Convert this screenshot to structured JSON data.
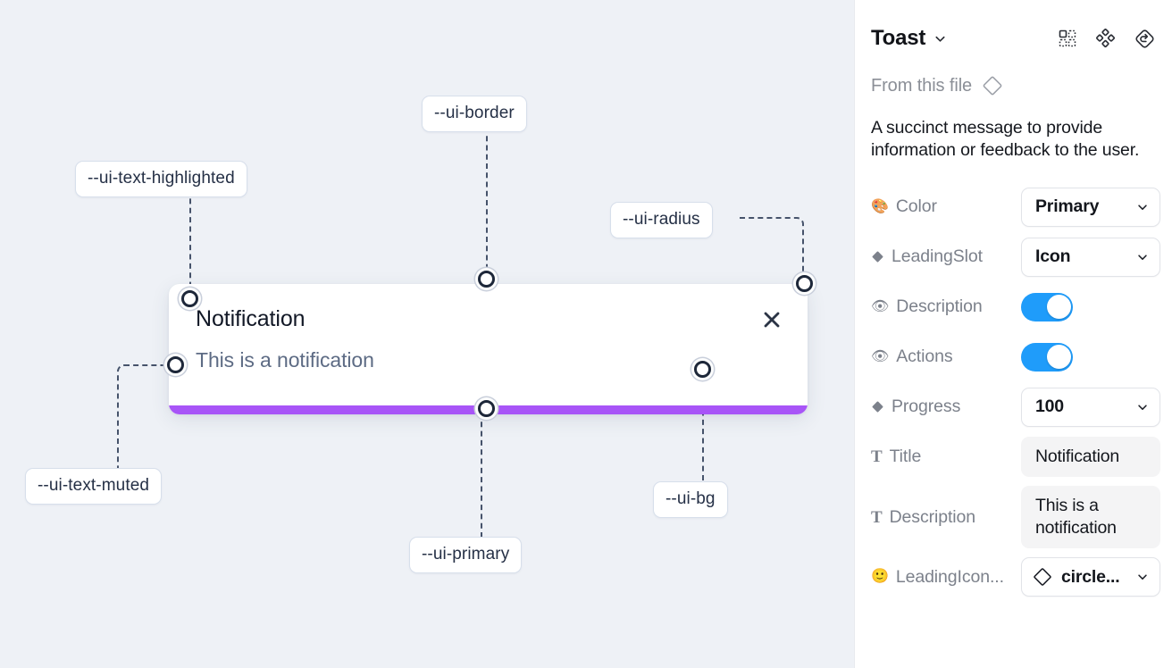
{
  "canvas": {
    "background_color": "#eef1f6",
    "annotations": [
      {
        "id": "ui-text-highlighted",
        "label": "--ui-text-highlighted"
      },
      {
        "id": "ui-border",
        "label": "--ui-border"
      },
      {
        "id": "ui-radius",
        "label": "--ui-radius"
      },
      {
        "id": "ui-text-muted",
        "label": "--ui-text-muted"
      },
      {
        "id": "ui-primary",
        "label": "--ui-primary"
      },
      {
        "id": "ui-bg",
        "label": "--ui-bg"
      }
    ],
    "toast": {
      "title": "Notification",
      "description": "This is a notification",
      "close_icon": "close-x-icon",
      "progress_color": "#a855f7",
      "background_color": "#ffffff"
    }
  },
  "sidebar": {
    "title": "Toast",
    "title_caret_icon": "chevron-down-icon",
    "header_icons": [
      {
        "name": "component-icon"
      },
      {
        "name": "component-set-icon"
      },
      {
        "name": "reset-instance-icon"
      }
    ],
    "from_this_file": {
      "label": "From this file",
      "icon": "diamond-icon"
    },
    "description": "A succinct message to provide information or feedback to the user.",
    "properties": [
      {
        "icon": "palette-emoji",
        "icon_glyph": "🎨",
        "label": "Color",
        "control": "select",
        "value": "Primary"
      },
      {
        "icon": "diamond-filled-icon",
        "icon_glyph": "",
        "label": "LeadingSlot",
        "control": "select",
        "value": "Icon"
      },
      {
        "icon": "eye-emoji",
        "icon_glyph": "👁",
        "label": "Description",
        "control": "toggle",
        "value": "on"
      },
      {
        "icon": "eye-emoji",
        "icon_glyph": "👁",
        "label": "Actions",
        "control": "toggle",
        "value": "on"
      },
      {
        "icon": "diamond-filled-icon",
        "icon_glyph": "",
        "label": "Progress",
        "control": "select",
        "value": "100"
      },
      {
        "icon": "text-type-icon",
        "icon_glyph": "T",
        "label": "Title",
        "control": "text",
        "value": "Notification"
      },
      {
        "icon": "text-type-icon",
        "icon_glyph": "T",
        "label": "Description",
        "control": "text",
        "value": "This is a notification"
      },
      {
        "icon": "smiley-emoji",
        "icon_glyph": "🙂",
        "label": "LeadingIcon...",
        "control": "icon-select",
        "value": "circle..."
      }
    ],
    "colors": {
      "toggle_on": "#1f9cfa",
      "field_background": "#f4f4f5"
    }
  }
}
